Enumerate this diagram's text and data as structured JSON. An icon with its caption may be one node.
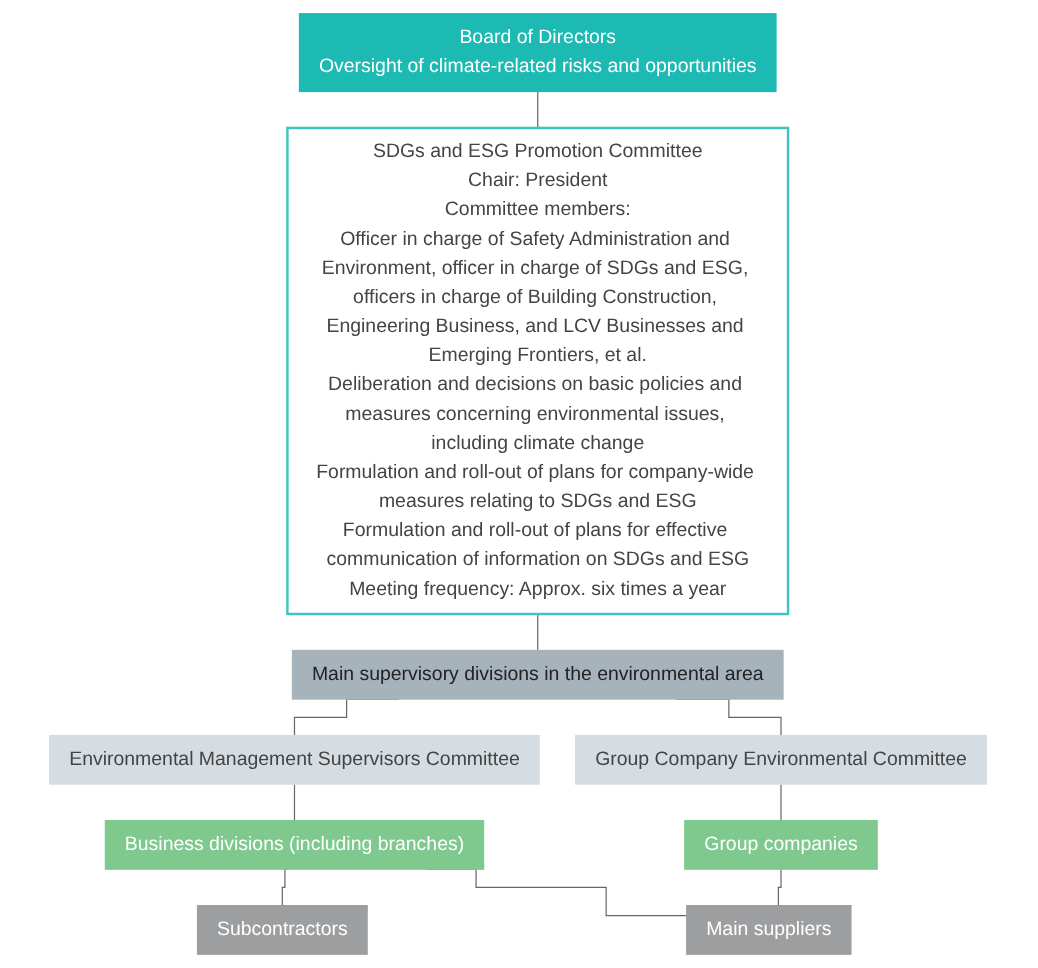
{
  "diagram": {
    "nodes": [
      {
        "text": [
          "Board of Directors",
          "Oversight of climate-related risks and opportunities"
        ]
      },
      {
        "text": [
          "SDGs and ESG Promotion Committee",
          "Chair: President",
          "Committee members:",
          "Officer in charge of Safety Administration and Environment, officer in charge of SDGs and ESG, officers in charge of Building Construction, Engineering Business, and LCV Businesses and Emerging Frontiers, et al.",
          "Deliberation and decisions on basic policies and measures concerning environmental issues, including climate change",
          "Formulation and roll-out of plans for company-wide measures relating to SDGs and ESG",
          "Formulation and roll-out of plans for effective communication of information on SDGs and ESG",
          "Meeting frequency: Approx. six times a year"
        ]
      },
      {
        "text": [
          "Main supervisory divisions in the environmental area"
        ]
      },
      {
        "text": [
          "Environmental Management Supervisors Committee"
        ]
      },
      {
        "text": [
          "Group Company Environmental Committee"
        ]
      },
      {
        "text": [
          "Business divisions (including branches)"
        ]
      },
      {
        "text": [
          "Group companies"
        ]
      },
      {
        "text": [
          "Subcontractors"
        ]
      },
      {
        "text": [
          "Main suppliers"
        ]
      }
    ],
    "edges": [
      {
        "from": 0,
        "to": 1,
        "arrow": "none"
      },
      {
        "from": 1,
        "to": 2,
        "arrow": "none"
      },
      {
        "from": 2,
        "to": 3,
        "arrow": "none"
      },
      {
        "from": 2,
        "to": 4,
        "arrow": "none"
      },
      {
        "from": 3,
        "to": 5,
        "arrow": "none"
      },
      {
        "from": 4,
        "to": 6,
        "arrow": "none"
      },
      {
        "from": 5,
        "to": 7,
        "arrow": "none"
      },
      {
        "from": 5,
        "to": 8,
        "arrow": "none"
      },
      {
        "from": 6,
        "to": 8,
        "arrow": "none"
      }
    ]
  }
}
